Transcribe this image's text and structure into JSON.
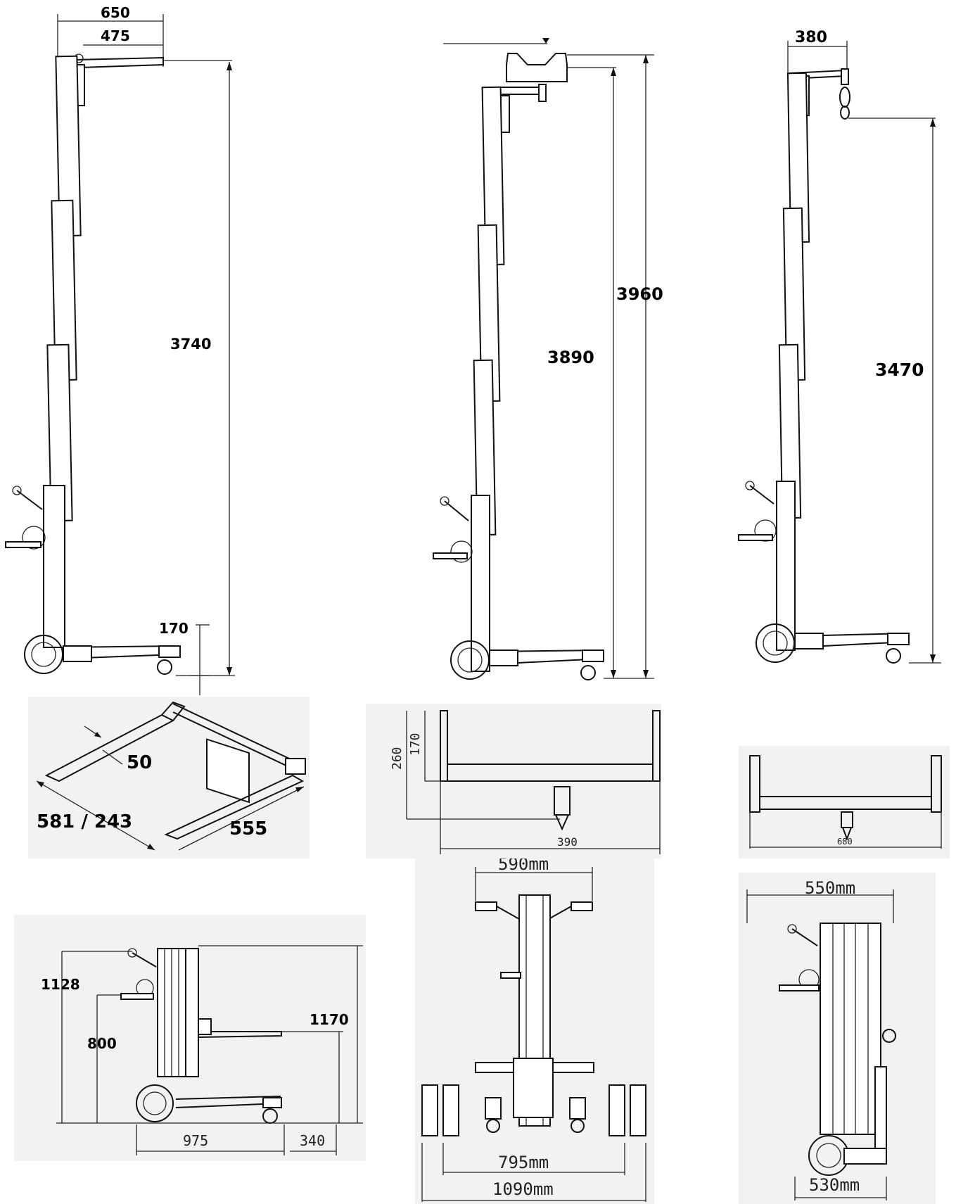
{
  "views": {
    "fork_lift": {
      "width_outer": "650",
      "width_inner": "475",
      "height": "3740",
      "fork_height": "170"
    },
    "platform_lift": {
      "height_inner": "3890",
      "height_outer": "3960"
    },
    "hook_lift": {
      "reach": "380",
      "height": "3470"
    },
    "forks": {
      "thickness": "50",
      "length": "581 / 243",
      "spacing": "555"
    },
    "platform_detail": {
      "h1": "260",
      "h2": "170",
      "w": "390"
    },
    "hook_detail": {
      "w": "680"
    },
    "folded_side": {
      "h_handle": "1128",
      "h_winch": "800",
      "h_total": "1170",
      "length": "975",
      "fork": "340"
    },
    "front": {
      "handle_width": "590mm",
      "inner_wheels": "795mm",
      "outer_wheels": "1090mm"
    },
    "rear": {
      "top_width": "550mm",
      "base_width": "530mm"
    }
  }
}
